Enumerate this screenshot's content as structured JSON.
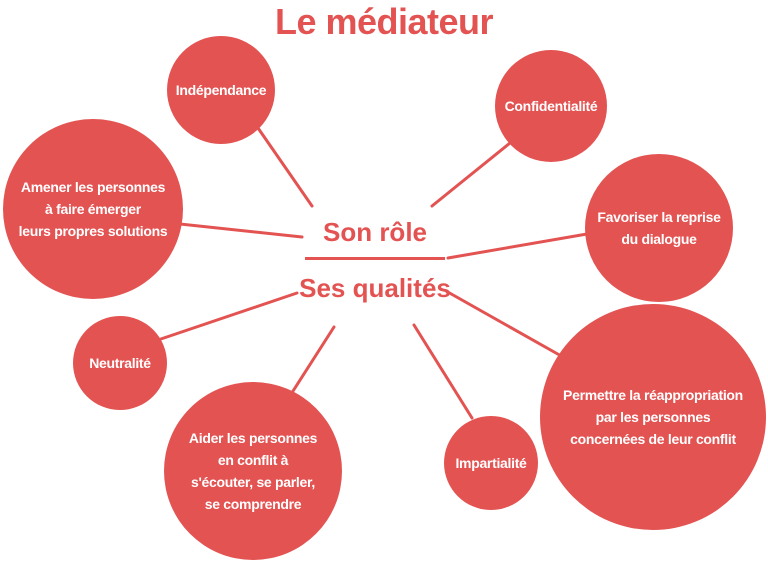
{
  "title": "Le médiateur",
  "hub": {
    "role": "Son rôle",
    "qualities": "Ses qualités"
  },
  "nodes": [
    {
      "id": "independance",
      "label": "Indépendance"
    },
    {
      "id": "confidentialite",
      "label": "Confidentialité"
    },
    {
      "id": "amener",
      "label": "Amener les personnes\nà faire émerger\nleurs propres solutions"
    },
    {
      "id": "favoriser",
      "label": "Favoriser la reprise\ndu dialogue"
    },
    {
      "id": "neutralite",
      "label": "Neutralité"
    },
    {
      "id": "permettre",
      "label": "Permettre la réappropriation\npar les personnes\nconcernées de leur conflit"
    },
    {
      "id": "aider",
      "label": "Aider les personnes\nen conflit à\ns'écouter, se parler,\nse comprendre"
    },
    {
      "id": "impartialite",
      "label": "Impartialité"
    }
  ],
  "colors": {
    "accent": "#e35352",
    "node_text": "#ffffff",
    "background": "#ffffff"
  }
}
